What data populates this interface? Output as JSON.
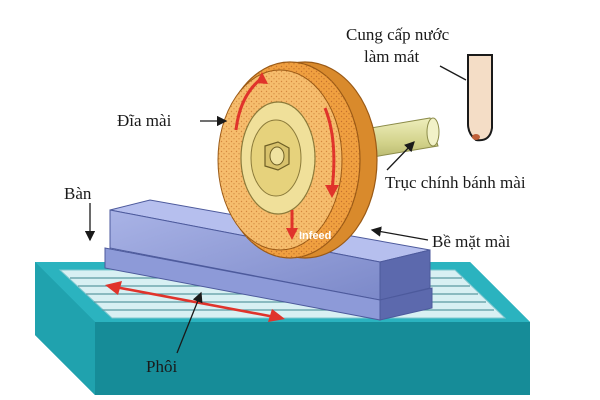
{
  "labels": {
    "coolant_line1": "Cung cấp nước",
    "coolant_line2": "làm mát",
    "wheel": "Đĩa mài",
    "spindle": "Trục chính bánh mài",
    "table": "Bàn",
    "surface": "Bề mặt mài",
    "workpiece": "Phôi",
    "infeed": "Infeed"
  },
  "colors": {
    "table": "#2bb3bf",
    "table_dark": "#168c98",
    "workpiece": "#8d9ad8",
    "workpiece_dark": "#5c69ad",
    "wheel": "#f0a040",
    "wheel_face": "#f6bd6d",
    "hub": "#f0e09a",
    "spindle": "#d8d88e",
    "arrow": "#e0332b",
    "line": "#1a1a1a"
  }
}
